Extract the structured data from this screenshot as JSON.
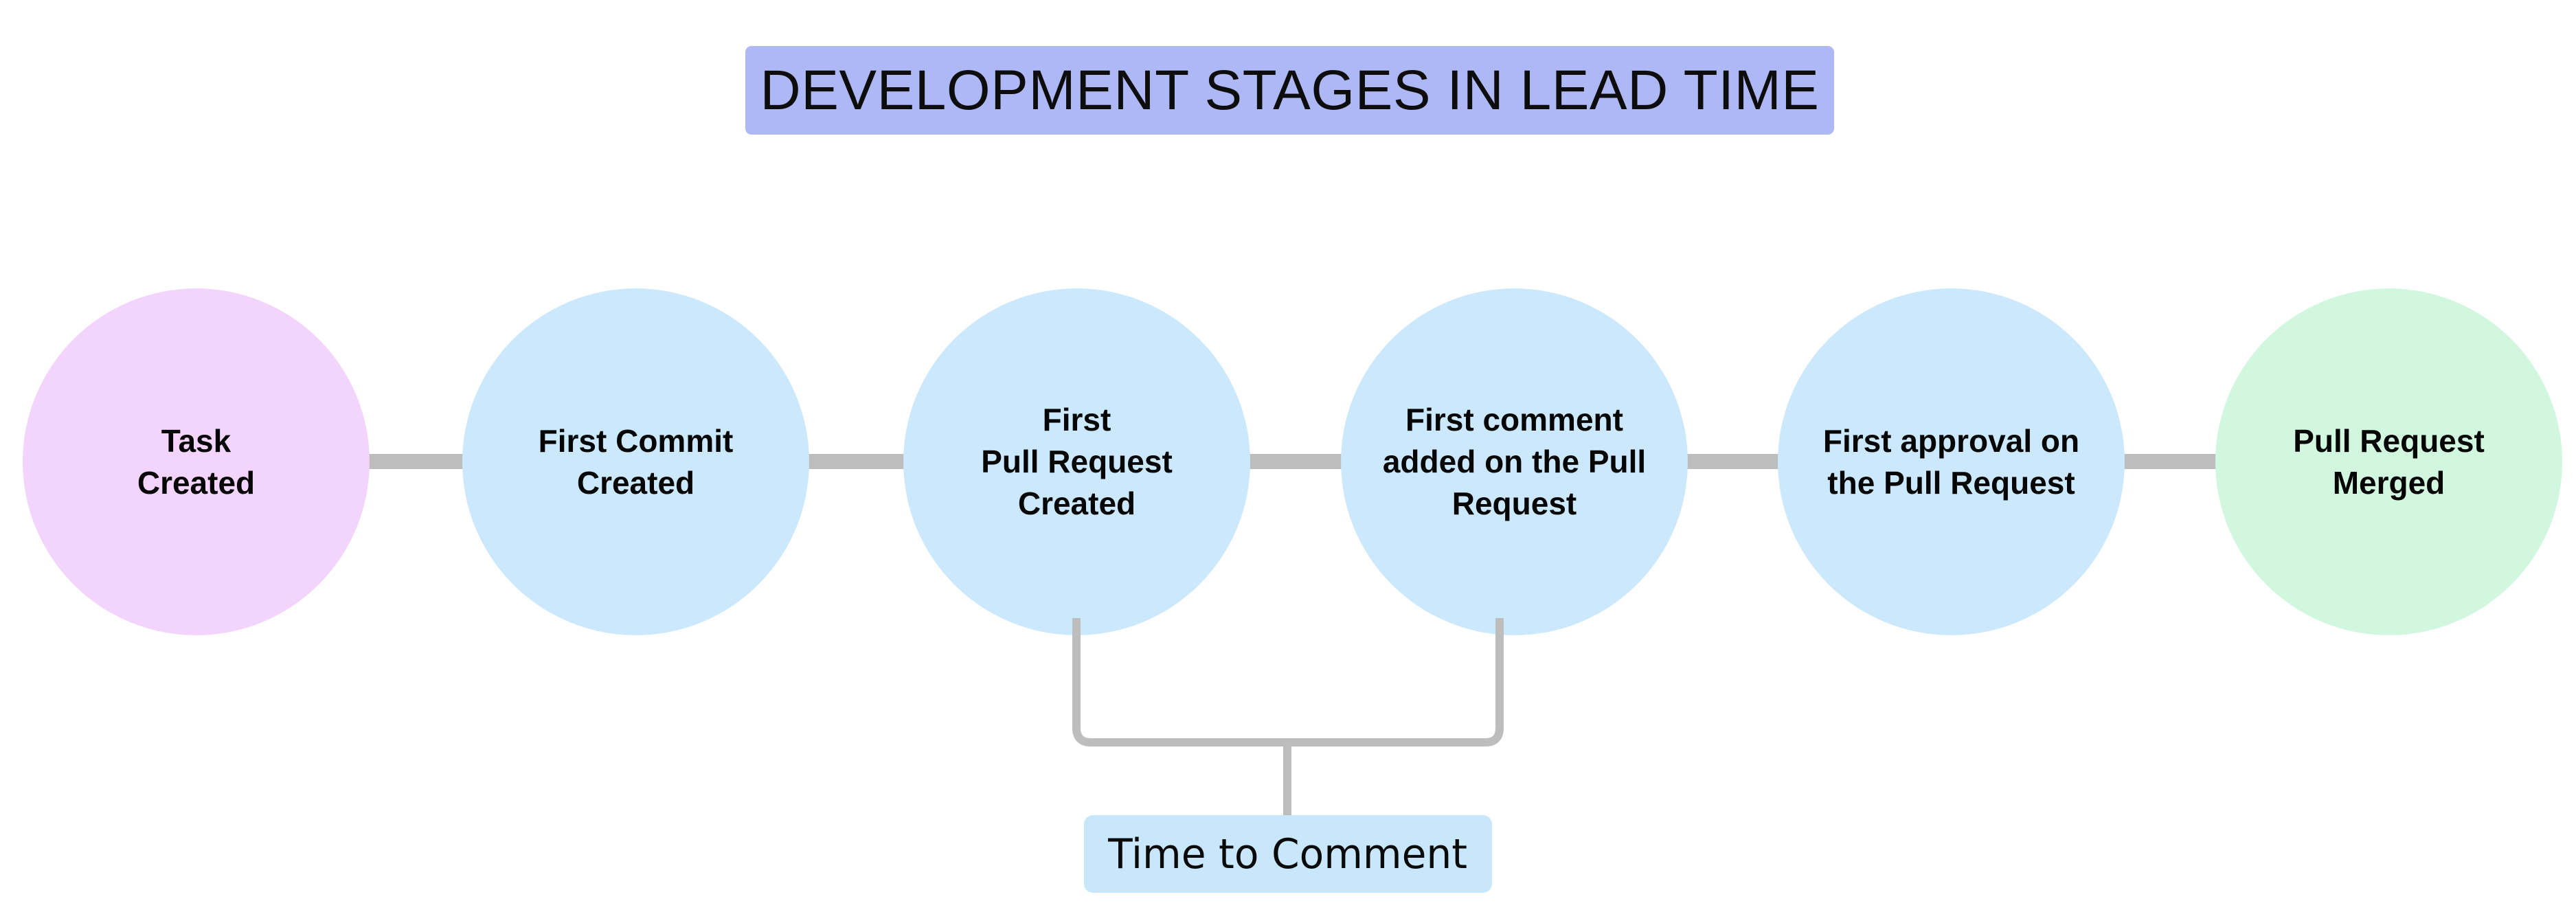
{
  "title": {
    "text": "DEVELOPMENT STAGES IN LEAD TIME",
    "background_color": "#aeb8f5",
    "text_color": "#0d0d0d"
  },
  "colors": {
    "start_node": "#f2d4fd",
    "middle_node": "#cbe8fc",
    "end_node": "#d2f7df",
    "connector": "#bdbdbd",
    "bracket": "#bdbdbd",
    "metric_label_background": "#c8e7fa",
    "page_background": "#ffffff"
  },
  "stages": [
    {
      "id": "task-created",
      "label": "Task\nCreated",
      "color_key": "start_node",
      "color": "#f2d4fd"
    },
    {
      "id": "first-commit",
      "label": "First Commit\nCreated",
      "color_key": "middle_node",
      "color": "#cbe8fc"
    },
    {
      "id": "first-pull-request",
      "label": "First\nPull Request\nCreated",
      "color_key": "middle_node",
      "color": "#cbe8fc"
    },
    {
      "id": "first-comment",
      "label": "First comment\nadded on the Pull\nRequest",
      "color_key": "middle_node",
      "color": "#cbe8fc"
    },
    {
      "id": "first-approval",
      "label": "First approval on\nthe Pull Request",
      "color_key": "middle_node",
      "color": "#cbe8fc"
    },
    {
      "id": "pull-request-merged",
      "label": "Pull Request\nMerged",
      "color_key": "end_node",
      "color": "#d2f7df"
    }
  ],
  "metric": {
    "label": "Time to Comment",
    "from_stage": "first-pull-request",
    "to_stage": "first-comment"
  },
  "chart_data": {
    "type": "diagram",
    "title": "DEVELOPMENT STAGES IN LEAD TIME",
    "orientation": "horizontal",
    "node_shape": "circle",
    "nodes": [
      "Task Created",
      "First Commit Created",
      "First Pull Request Created",
      "First comment added on the Pull Request",
      "First approval on the Pull Request",
      "Pull Request Merged"
    ],
    "edges": [
      [
        "Task Created",
        "First Commit Created"
      ],
      [
        "First Commit Created",
        "First Pull Request Created"
      ],
      [
        "First Pull Request Created",
        "First comment added on the Pull Request"
      ],
      [
        "First comment added on the Pull Request",
        "First approval on the Pull Request"
      ],
      [
        "First approval on the Pull Request",
        "Pull Request Merged"
      ]
    ],
    "annotations": [
      {
        "label": "Time to Comment",
        "spans": [
          "First Pull Request Created",
          "First comment added on the Pull Request"
        ]
      }
    ]
  }
}
